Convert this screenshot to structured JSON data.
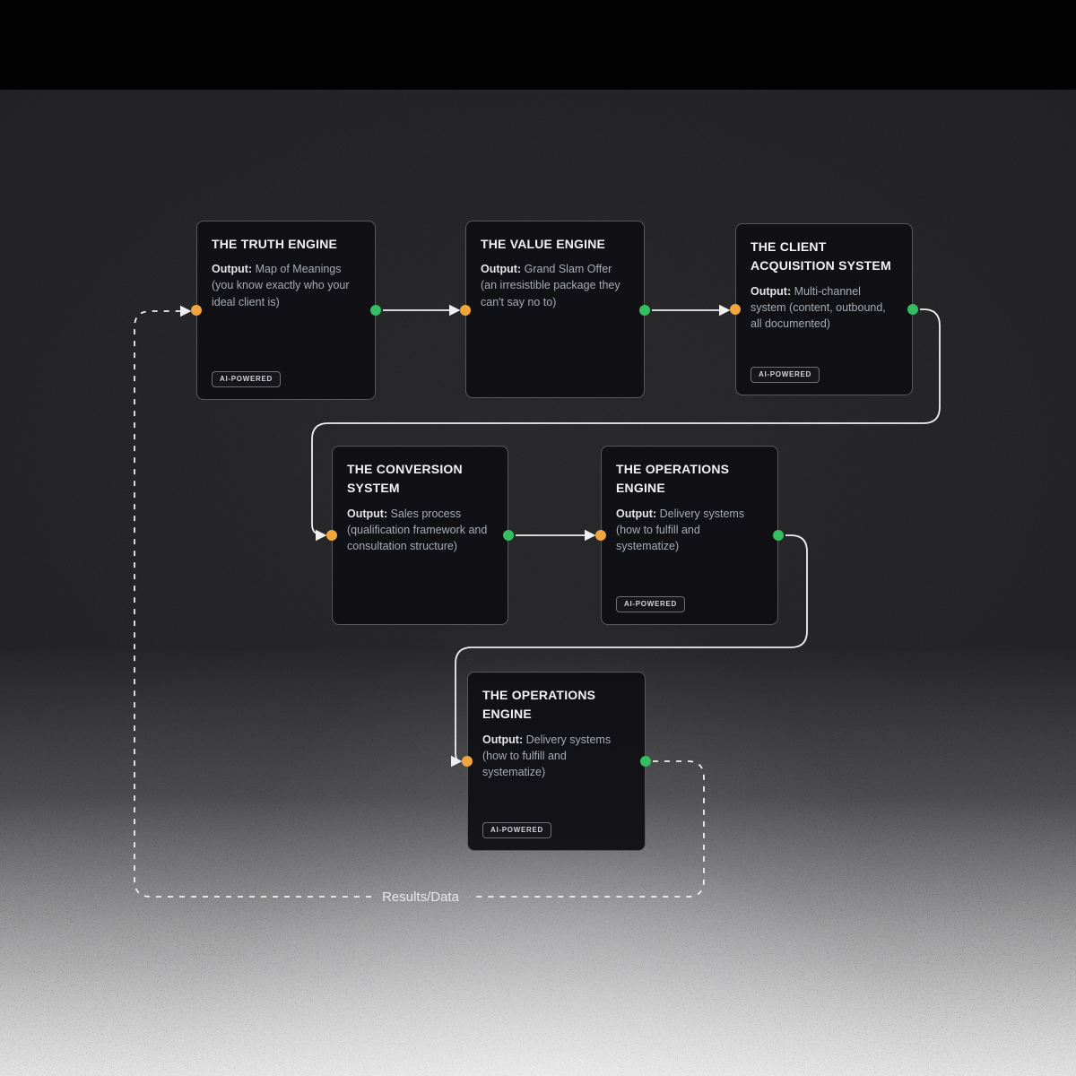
{
  "colors": {
    "input_port": "#F0A63C",
    "output_port": "#35BD62",
    "line": "#EFEFEF",
    "node_border": "rgba(255,255,255,0.30)"
  },
  "nodes": [
    {
      "title": "THE TRUTH ENGINE",
      "output_label": "Output:",
      "output_text": "Map of Meanings (you know exactly who your ideal client is)",
      "badge": "AI-POWERED"
    },
    {
      "title": "THE VALUE ENGINE",
      "output_label": "Output:",
      "output_text": "Grand Slam Offer (an irresistible package they can't say no to)"
    },
    {
      "title": "THE CLIENT ACQUISITION SYSTEM",
      "output_label": "Output:",
      "output_text": "Multi-channel system (content, outbound, all documented)",
      "badge": "AI-POWERED"
    },
    {
      "title": "THE CONVERSION SYSTEM",
      "output_label": "Output:",
      "output_text": "Sales process (qualification framework and consultation structure)"
    },
    {
      "title": "THE OPERATIONS ENGINE",
      "output_label": "Output:",
      "output_text": "Delivery systems (how to fulfill and systematize)",
      "badge": "AI-POWERED"
    },
    {
      "title": "THE OPERATIONS ENGINE",
      "output_label": "Output:",
      "output_text": "Delivery systems (how to fulfill and systematize)",
      "badge": "AI-POWERED"
    }
  ],
  "edges": [
    {
      "from": 0,
      "to": 1,
      "style": "solid"
    },
    {
      "from": 1,
      "to": 2,
      "style": "solid"
    },
    {
      "from": 2,
      "to": 3,
      "style": "solid"
    },
    {
      "from": 3,
      "to": 4,
      "style": "solid"
    },
    {
      "from": 4,
      "to": 5,
      "style": "solid"
    },
    {
      "from": 5,
      "to": 0,
      "style": "dashed",
      "label": "Results/Data"
    }
  ]
}
